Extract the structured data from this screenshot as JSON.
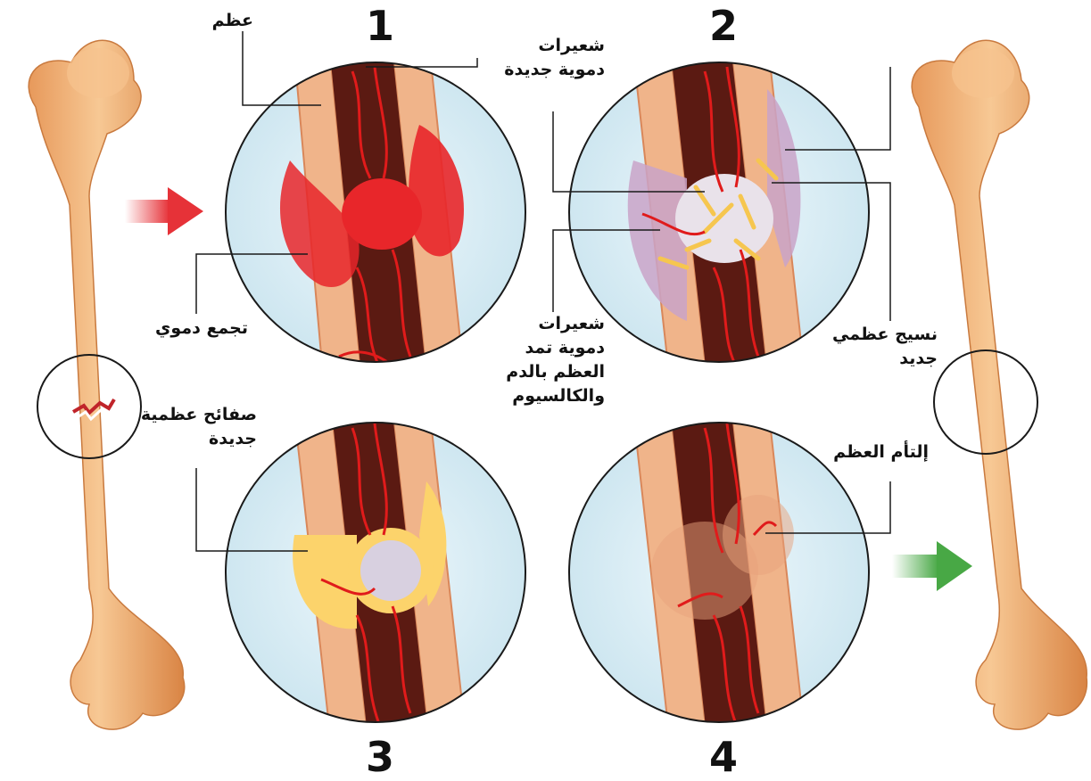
{
  "steps": [
    {
      "number": "1",
      "labels": {
        "bone": "عظم",
        "new_capillaries": "شعيرات دموية جديدة",
        "blood_clot": "تجمع دموي"
      }
    },
    {
      "number": "2",
      "labels": {
        "new_bone_tissue": "نسيج عظمي جديد"
      }
    },
    {
      "number": "3",
      "labels": {
        "new_bone_plates": "صفائح عظمية جديدة"
      }
    },
    {
      "number": "4",
      "labels": {
        "bone_healing": "إلتأم العظم"
      }
    }
  ],
  "shared_labels": {
    "capillaries_supply": "شعيرات دموية تمد العظم بالدم والكالسيوم"
  },
  "colors": {
    "bone": "#f2b57c",
    "bone_shadow": "#d98c4f",
    "marrow": "#5b1a12",
    "vessel": "#e01b1b",
    "clot": "#e8262a",
    "soft_callus": "#c9a3c8",
    "hard_callus": "#fcd36b",
    "lens_bg": "#d6ecf4",
    "arrow_red": "#e63238",
    "arrow_green": "#48a845"
  },
  "icons": [
    "broken-bone-icon",
    "healed-bone-icon",
    "red-arrow-icon",
    "green-arrow-icon"
  ]
}
